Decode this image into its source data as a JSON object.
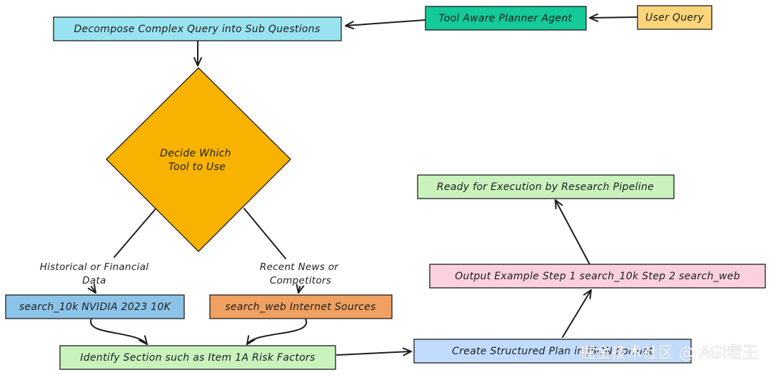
{
  "nodes": {
    "user_query": {
      "label": "User Query",
      "fill": "#fcd57a"
    },
    "planner": {
      "label": "Tool Aware Planner Agent",
      "fill": "#14c99a"
    },
    "decompose": {
      "label": "Decompose Complex Query into Sub Questions",
      "fill": "#99e3f0"
    },
    "decide": {
      "line1": "Decide Which",
      "line2": "Tool to Use",
      "fill": "#f8b300"
    },
    "search_10k": {
      "label": "search_10k NVIDIA 2023 10K",
      "fill": "#8bc4e8"
    },
    "search_web": {
      "label": "search_web Internet Sources",
      "fill": "#f0a060"
    },
    "identify": {
      "label": "Identify Section such as Item 1A Risk Factors",
      "fill": "#c9f2bd"
    },
    "structured_plan": {
      "label": "Create Structured Plan in JSON Format",
      "fill": "#c2dcff"
    },
    "output_example": {
      "label": "Output Example Step 1 search_10k Step 2 search_web",
      "fill": "#fad1dc"
    },
    "ready": {
      "label": "Ready for Execution by Research Pipeline",
      "fill": "#c9f2bd"
    }
  },
  "edges": {
    "historical": {
      "line1": "Historical or Financial",
      "line2": "Data"
    },
    "recent": {
      "line1": "Recent News or",
      "line2": "Competitors"
    }
  },
  "watermark": "掘金技术社区 @ AGI老王",
  "colors": {
    "stroke": "#1e1e1e",
    "background": "#ffffff"
  }
}
